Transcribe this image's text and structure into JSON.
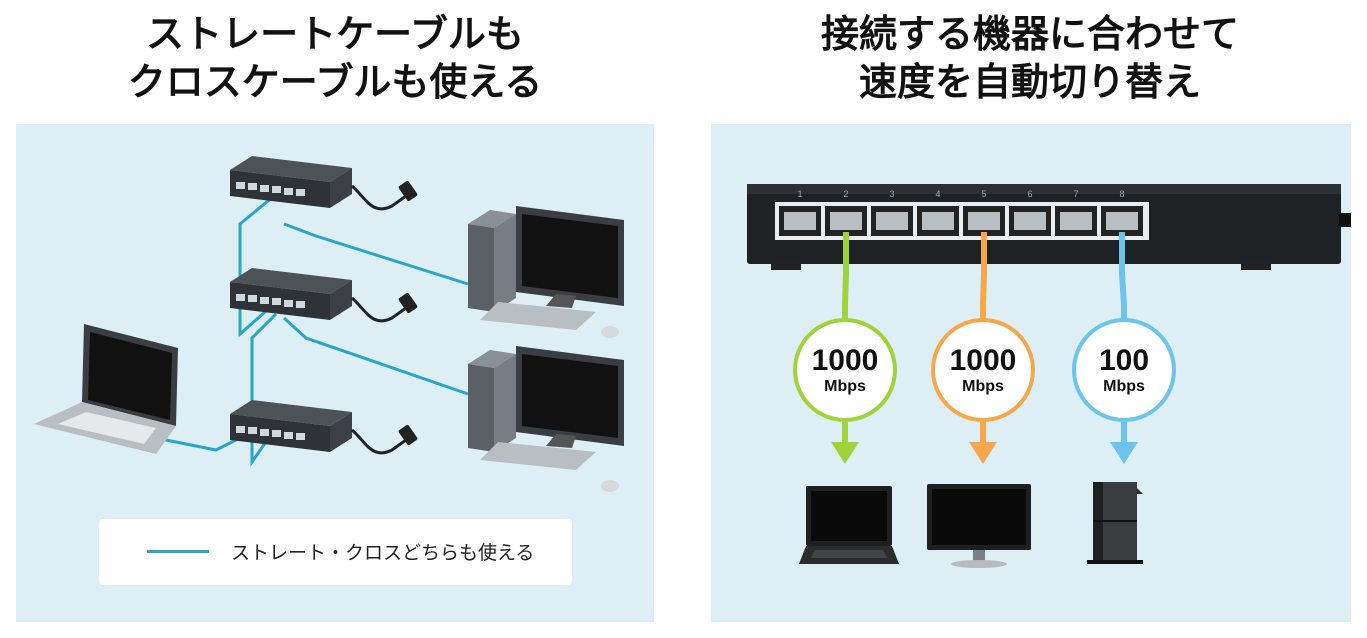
{
  "left": {
    "title_line1": "ストレートケーブルも",
    "title_line2": "クロスケーブルも使える",
    "legend_text": "ストレート・クロスどちらも使える",
    "cable_color": "#27a6c8"
  },
  "right": {
    "title_line1": "接続する機器に合わせて",
    "title_line2": "速度を自動切り替え",
    "port_numbers": [
      "1",
      "2",
      "3",
      "4",
      "5",
      "6",
      "7",
      "8"
    ],
    "speeds": [
      {
        "value": "1000",
        "unit": "Mbps",
        "color": "#9ed33a"
      },
      {
        "value": "1000",
        "unit": "Mbps",
        "color": "#f5a74a"
      },
      {
        "value": "100",
        "unit": "Mbps",
        "color": "#6cc4ec"
      }
    ]
  }
}
